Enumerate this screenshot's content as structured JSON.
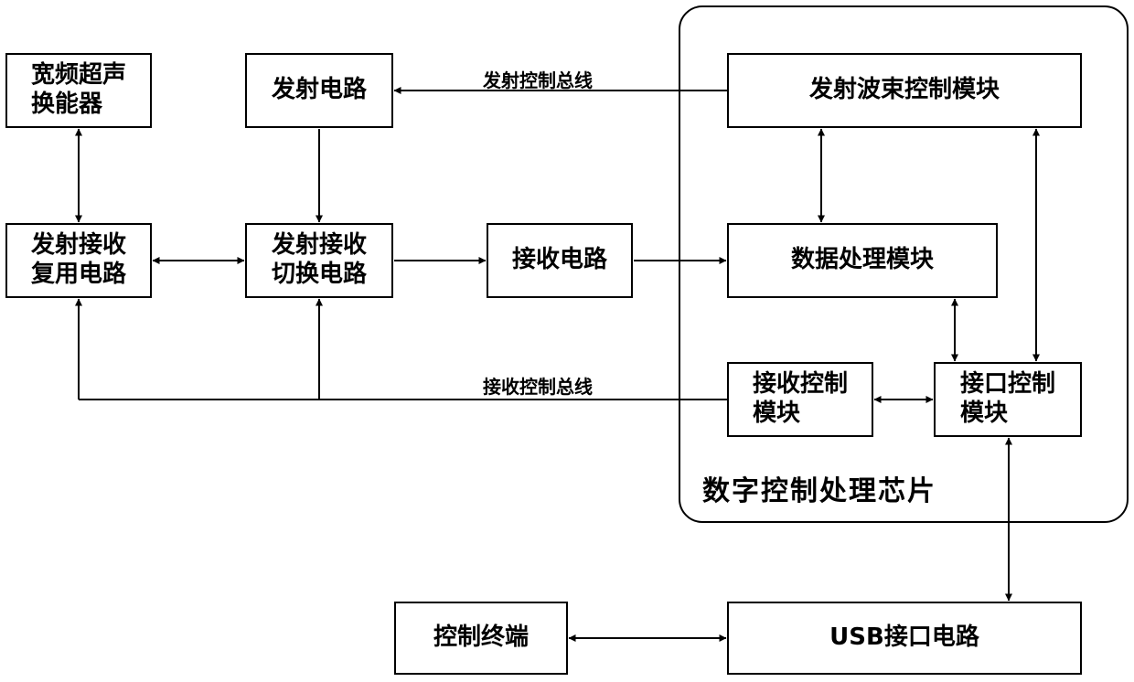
{
  "blocks": {
    "transducer": "宽频超声\n换能器",
    "transmit_circuit": "发射电路",
    "tx_rx_mux": "发射接收\n复用电路",
    "tx_rx_switch": "发射接收\n切换电路",
    "receive_circuit": "接收电路",
    "tx_beam_ctrl": "发射波束控制模块",
    "data_processing": "数据处理模块",
    "rx_ctrl": "接收控制\n模块",
    "interface_ctrl": "接口控制\n模块",
    "control_terminal": "控制终端",
    "usb_interface": "USB接口电路"
  },
  "labels": {
    "tx_bus": "发射控制总线",
    "rx_bus": "接收控制总线",
    "chip": "数字控制处理芯片"
  }
}
